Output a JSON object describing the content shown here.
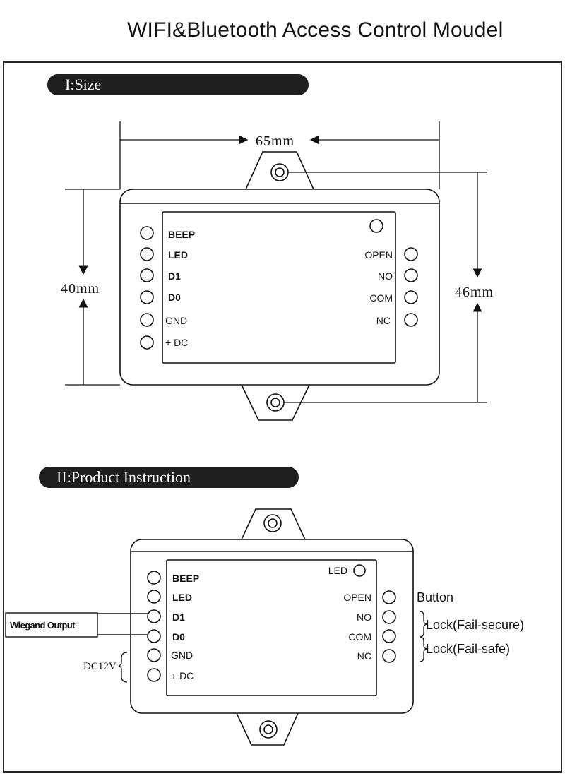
{
  "header": {
    "title": "WIFI&Bluetooth Access Control Moudel"
  },
  "sections": {
    "size": {
      "title": "I:Size"
    },
    "instruction": {
      "title": "II:Product Instruction"
    }
  },
  "dimensions": {
    "width": "65mm",
    "height_body": "40mm",
    "height_total": "46mm"
  },
  "size_board": {
    "left_terminals": [
      "BEEP",
      "LED",
      "D1",
      "D0",
      "GND",
      "+ DC"
    ],
    "right_terminals": [
      "OPEN",
      "NO",
      "COM",
      "NC"
    ]
  },
  "instr_board": {
    "left_terminals": [
      "BEEP",
      "LED",
      "D1",
      "D0",
      "GND",
      "+ DC"
    ],
    "right_terminals": [
      "OPEN",
      "NO",
      "COM",
      "NC"
    ],
    "led_label": "LED"
  },
  "annotations": {
    "wiegand": "Wiegand Output",
    "dc": "DC12V",
    "button": "Button",
    "lock_secure": "Lock(Fail-secure)",
    "lock_safe": "Lock(Fail-safe)"
  },
  "colors": {
    "ink": "#111111",
    "pill": "#1e1e1e"
  }
}
